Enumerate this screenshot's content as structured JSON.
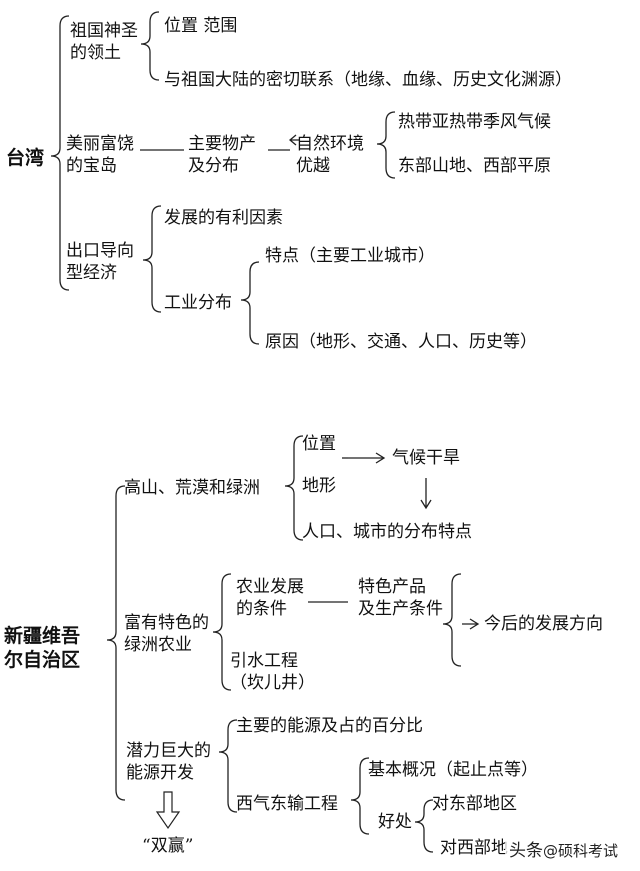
{
  "taiwan": {
    "title": "台湾",
    "territory": {
      "label": "祖国神圣\n的领土",
      "items": [
        "位置 范围",
        "与祖国大陆的密切联系（地缘、血缘、历史文化渊源）"
      ]
    },
    "treasure": {
      "label": "美丽富饶\n的宝岛",
      "products": "主要物产\n及分布",
      "environment": "自然环境\n优越",
      "env_items": [
        "热带亚热带季风气候",
        "东部山地、西部平原"
      ]
    },
    "economy": {
      "label": "出口导向\n型经济",
      "factors": "发展的有利因素",
      "industry": "工业分布",
      "industry_items": [
        "特点（主要工业城市）",
        "原因（地形、交通、人口、历史等）"
      ]
    }
  },
  "xinjiang": {
    "title": "新疆维吾\n尔自治区",
    "terrain": {
      "label": "高山、荒漠和绿洲",
      "position": "位置",
      "landform": "地形",
      "climate": "气候干旱",
      "distribution": "人口、城市的分布特点"
    },
    "agriculture": {
      "label": "富有特色的\n绿洲农业",
      "conditions": "农业发展\n的条件",
      "products": "特色产品\n及生产条件",
      "future": "今后的发展方向",
      "irrigation": "引水工程\n（坎儿井）"
    },
    "energy": {
      "label": "潜力巨大的\n能源开发",
      "main_energy": "主要的能源及占的百分比",
      "pipeline": "西气东输工程",
      "overview": "基本概况（起止点等）",
      "benefits": "好处",
      "east": "对东部地区",
      "west": "对西部地",
      "win_win": "“双赢”"
    }
  },
  "watermark": {
    "prefix": "头条",
    "handle": "@硕科考试"
  }
}
